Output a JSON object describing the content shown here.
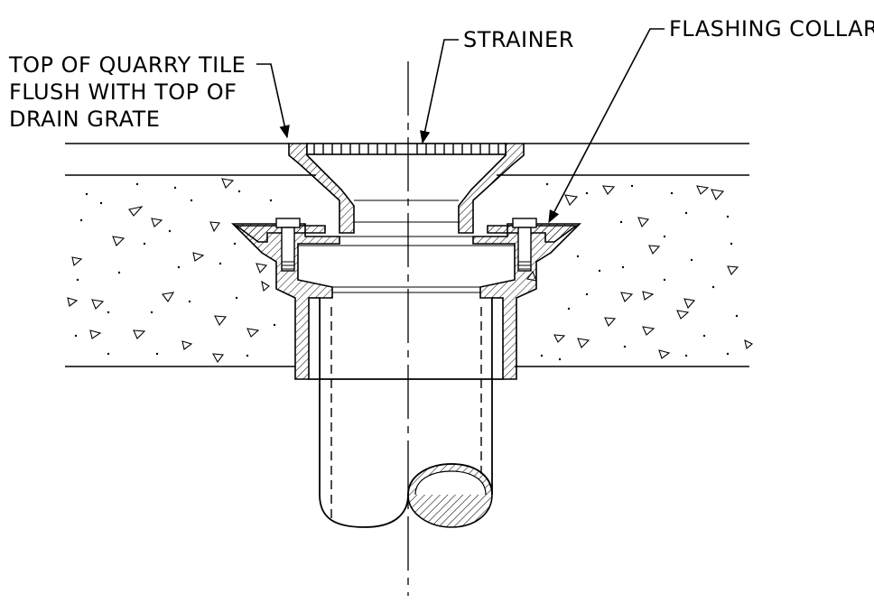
{
  "labels": {
    "strainer": "STRAINER",
    "flashing_collar": "FLASHING COLLAR",
    "quarry_tile": [
      "TOP OF QUARRY TILE",
      "FLUSH WITH TOP OF",
      "DRAIN GRATE"
    ]
  },
  "colors": {
    "line": "#000000",
    "background": "#ffffff"
  }
}
